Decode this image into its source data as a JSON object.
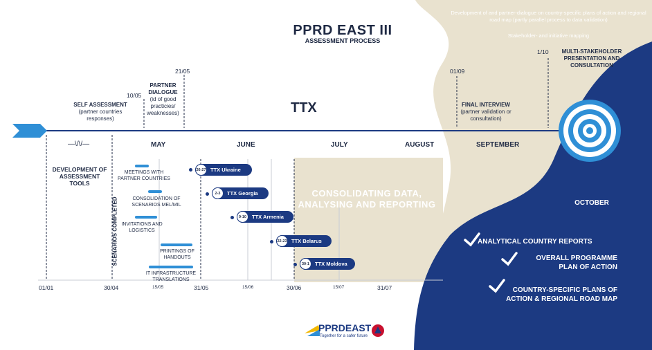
{
  "header": {
    "title": "PPRD EAST III",
    "subtitle": "ASSESSMENT PROCESS"
  },
  "beige_note": {
    "line1": "Development of and partner-dialogue on country-specific plans of action and regional road map (partly parallel process to data validation)",
    "line2": "Stakeholder- and initiative mapping"
  },
  "milestones": {
    "self_assessment": {
      "date": "",
      "title": "SELF ASSESSMENT",
      "note": "(partner countries responses)"
    },
    "partner_dialogue": {
      "date_start": "10/05",
      "date_end": "21/05",
      "title": "PARTNER DIALOGUE",
      "note": "(id of good practicies/ weaknesses)"
    },
    "final_interview": {
      "date": "01/09",
      "title": "FINAL INTERVIEW",
      "note": "(partner validation or consultation)"
    },
    "multi_stakeholder": {
      "date": "1/10",
      "title": "MULTI-STAKEHOLDER PRESENTATION AND CONSULTATION"
    }
  },
  "ttx_label": "TTX",
  "months": [
    "MAY",
    "JUNE",
    "JULY",
    "AUGUST",
    "SEPTEMBER",
    "OCTOBER"
  ],
  "break_symbol": "—\\/\\/—",
  "left_block": {
    "development": "DEVELOPMENT OF ASSESSMENT TOOLS",
    "scenarios_completed": "SCENARIOS COMPLETED"
  },
  "tasks": [
    {
      "label": "MEETINGS WITH PARTNER COUNTRIES"
    },
    {
      "label": "CONSOLIDATION OF SCENARIOS MEL/MIL"
    },
    {
      "label": "INVITATIONS AND LOGISTICS"
    },
    {
      "label": "PRINTINGS OF HANDOUTS"
    },
    {
      "label": "IT INFRASTRUCTURE TRANSLATIONS"
    }
  ],
  "ttx_events": [
    {
      "days": "26-27",
      "label": "TTX Ukraine"
    },
    {
      "days": "2-3",
      "label": "TTX Georgia"
    },
    {
      "days": "9-10",
      "label": "TTX Armenia"
    },
    {
      "days": "22-23",
      "label": "TTX Belarus"
    },
    {
      "days": "30-1",
      "label": "TTX Moldova"
    }
  ],
  "consolidating": "CONSOLIDATING DATA, ANALYSING AND REPORTING",
  "bottom_dates": {
    "d0101": "01/01",
    "d3004": "30/04",
    "d1505": "15/05",
    "d3105": "31/05",
    "d1506": "15/06",
    "d3006": "30/06",
    "d1507": "15/07",
    "d3107": "31/07"
  },
  "outputs": [
    "ANALYTICAL COUNTRY REPORTS",
    "OVERALL PROGRAMME PLAN OF ACTION",
    "COUNTRY-SPECIFIC PLANS OF ACTION & REGIONAL ROAD MAP"
  ],
  "logo": {
    "name": "PPRDEAST",
    "tagline": "Together for a safer future"
  },
  "colors": {
    "navy": "#1c3a82",
    "light_blue": "#2f8fd6",
    "beige": "#e6dfcb",
    "text": "#1f2a44"
  }
}
